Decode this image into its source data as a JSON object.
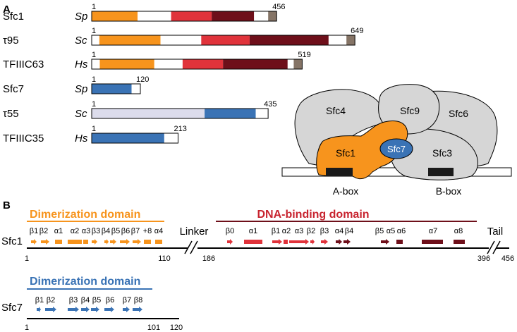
{
  "panel_a": {
    "label": "A",
    "proteins": [
      {
        "name": "Sfc1",
        "species": "Sp",
        "start": "1",
        "length": "456",
        "segments": [
          {
            "color": "#f7941d",
            "frac": 0.26
          },
          {
            "color": "#ffffff",
            "frac": 0.19
          },
          {
            "color": "#e0333b",
            "frac": 0.23
          },
          {
            "color": "#6e0f1a",
            "frac": 0.24
          },
          {
            "color": "#ffffff",
            "frac": 0.08
          }
        ],
        "tail_color": "#857466"
      },
      {
        "name": "τ95",
        "species": "Sc",
        "start": "1",
        "length": "649",
        "segments": [
          {
            "color": "#ffffff",
            "frac": 0.03
          },
          {
            "color": "#f7941d",
            "frac": 0.24
          },
          {
            "color": "#ffffff",
            "frac": 0.16
          },
          {
            "color": "#e0333b",
            "frac": 0.19
          },
          {
            "color": "#6e0f1a",
            "frac": 0.31
          },
          {
            "color": "#ffffff",
            "frac": 0.07
          }
        ],
        "tail_color": "#857466"
      },
      {
        "name": "TFIIIC63",
        "species": "Hs",
        "start": "1",
        "length": "519",
        "segments": [
          {
            "color": "#ffffff",
            "frac": 0.04
          },
          {
            "color": "#f7941d",
            "frac": 0.27
          },
          {
            "color": "#ffffff",
            "frac": 0.14
          },
          {
            "color": "#e0333b",
            "frac": 0.2
          },
          {
            "color": "#6e0f1a",
            "frac": 0.32
          },
          {
            "color": "#ffffff",
            "frac": 0.03
          }
        ],
        "tail_color": "#857466"
      },
      {
        "name": "Sfc7",
        "species": "Sp",
        "start": "1",
        "length": "120",
        "segments": [
          {
            "color": "#3a73b5",
            "frac": 0.82
          },
          {
            "color": "#ffffff",
            "frac": 0.18
          }
        ]
      },
      {
        "name": "τ55",
        "species": "Sc",
        "start": "1",
        "length": "435",
        "segments": [
          {
            "color": "#dcdcec",
            "frac": 0.64
          },
          {
            "color": "#3a73b5",
            "frac": 0.29
          },
          {
            "color": "#ffffff",
            "frac": 0.07
          }
        ]
      },
      {
        "name": "TFIIIC35",
        "species": "Hs",
        "start": "1",
        "length": "213",
        "segments": [
          {
            "color": "#3a73b5",
            "frac": 0.84
          },
          {
            "color": "#ffffff",
            "frac": 0.16
          }
        ]
      }
    ],
    "complex": {
      "subunits": [
        "Sfc4",
        "Sfc9",
        "Sfc6",
        "Sfc1",
        "Sfc7",
        "Sfc3"
      ],
      "boxes": [
        "A-box",
        "B-box"
      ],
      "colors": {
        "gray": "#d6d6d6",
        "orange": "#f7941d",
        "blue": "#3a73b5",
        "black": "#1a1a1a"
      }
    }
  },
  "panel_b": {
    "label": "B",
    "sfc1": {
      "name": "Sfc1",
      "dimerization_title": "Dimerization domain",
      "dna_binding_title": "DNA-binding domain",
      "linker_label": "Linker",
      "tail_label": "Tail",
      "ticks": [
        "1",
        "110",
        "186",
        "396",
        "456"
      ],
      "dim_elements": [
        "β1",
        "β2",
        "α1",
        "α2",
        "α3",
        "β3",
        "β4",
        "β5",
        "β6",
        "β7",
        "+8",
        "α4"
      ],
      "dna_elements": [
        "β0",
        "α1",
        "β1",
        "α2",
        "α3",
        "β2",
        "β3",
        "α4",
        "β4",
        "β5",
        "α5",
        "α6",
        "α7",
        "α8"
      ],
      "colors": {
        "orange": "#f7941d",
        "red": "#e0333b",
        "darkred": "#6e0f1a"
      }
    },
    "sfc7": {
      "name": "Sfc7",
      "dimerization_title": "Dimerization domain",
      "ticks": [
        "1",
        "101",
        "120"
      ],
      "elements": [
        "β1",
        "β2",
        "β3",
        "β4",
        "β5",
        "β6",
        "β7",
        "β8"
      ],
      "colors": {
        "blue": "#3a73b5"
      }
    }
  }
}
